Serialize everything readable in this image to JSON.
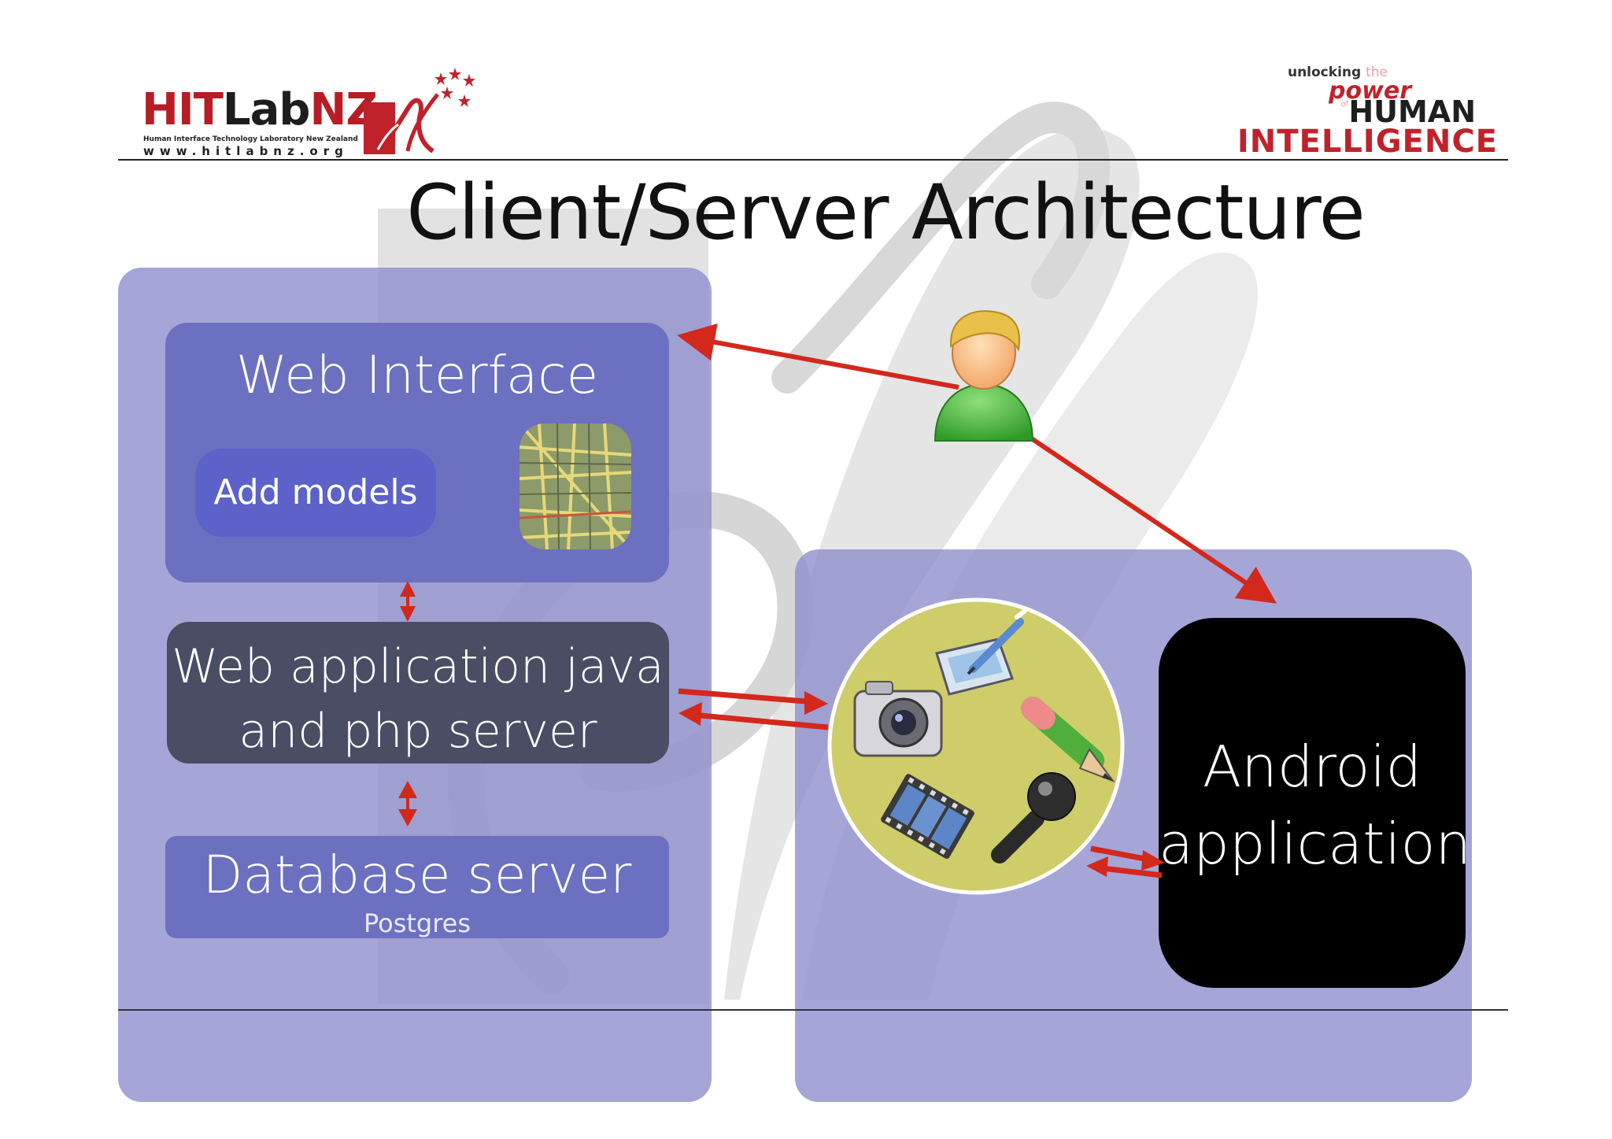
{
  "header": {
    "logo": {
      "hit": "HIT",
      "lab": "Lab",
      "nz": "NZ",
      "subtitle": "Human Interface Technology Laboratory New Zealand",
      "url": "www.hitlabnz.org"
    },
    "tagline": {
      "unlocking": "unlocking",
      "the": "the",
      "power": "power",
      "of": "of",
      "human": "HUMAN",
      "intelligence": "INTELLIGENCE"
    }
  },
  "title": "Client/Server Architecture",
  "server_side": {
    "web_interface": "Web Interface",
    "add_models": "Add models",
    "web_application_line1": "Web application java",
    "web_application_line2": "and php server",
    "database": "Database server",
    "database_sub": "Postgres"
  },
  "client_side": {
    "android_line1": "Android",
    "android_line2": "application"
  },
  "colors": {
    "arrow": "#d3281c",
    "panel": "#8c8ccd",
    "box": "#6b70c0",
    "dark_box": "#4a4d63",
    "android_box": "#000000",
    "logo_red": "#c0222b"
  },
  "icons": [
    "user-icon",
    "map-thumbnail-icon",
    "camera-icon",
    "tablet-pen-icon",
    "pencil-icon",
    "film-icon",
    "microphone-icon"
  ]
}
